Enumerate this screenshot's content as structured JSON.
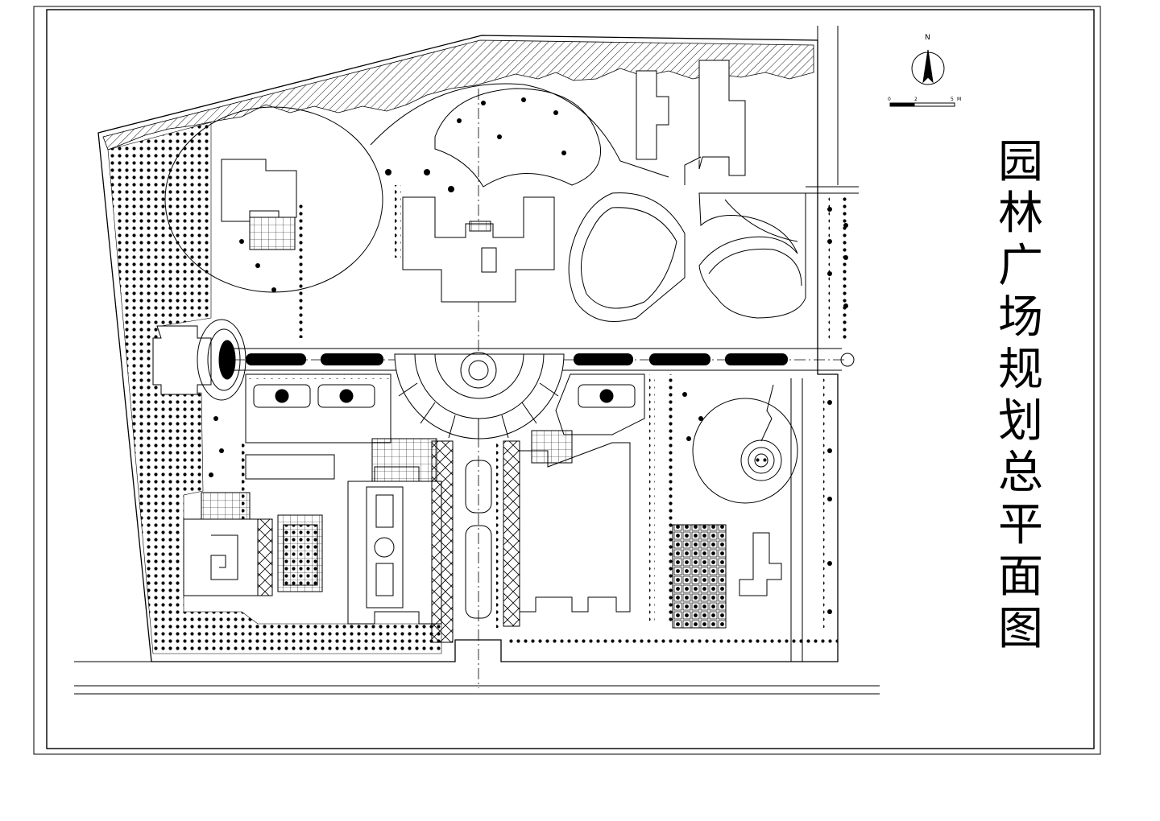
{
  "title": {
    "chars": [
      "园",
      "林",
      "广",
      "场",
      "规",
      "划",
      "总",
      "平",
      "面",
      "图"
    ]
  },
  "north_arrow": {
    "label": "N"
  },
  "scale_bar": {
    "ticks": [
      "0",
      "2",
      "5"
    ],
    "unit": "M"
  },
  "colors": {
    "ink": "#000000",
    "paper": "#ffffff"
  }
}
